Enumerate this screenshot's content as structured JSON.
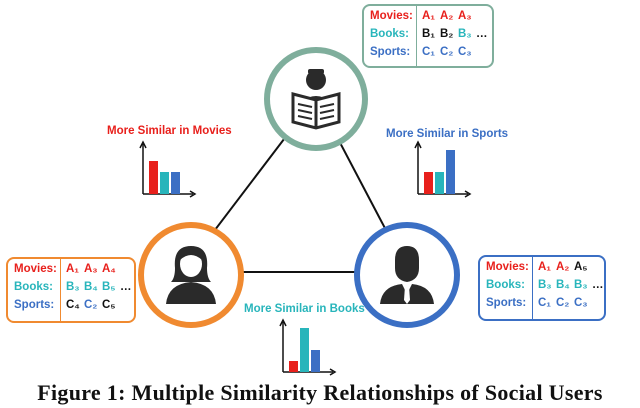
{
  "colors": {
    "red": "#e8201c",
    "teal": "#28b5bb",
    "blue": "#3b6fc4",
    "green_border": "#7fae9c",
    "orange": "#f08a30",
    "dark": "#2a2a2a"
  },
  "users": {
    "top": {
      "icon": "reader-icon",
      "table": {
        "rows": [
          {
            "label": "Movies:",
            "items": [
              "A₁",
              "A₂",
              "A₃"
            ],
            "highlight": [
              true,
              true,
              true
            ],
            "more": ""
          },
          {
            "label": "Books:",
            "items": [
              "B₁",
              "B₂",
              "B₃"
            ],
            "highlight": [
              false,
              false,
              true
            ],
            "more": "…"
          },
          {
            "label": "Sports:",
            "items": [
              "C₁",
              "C₂",
              "C₃"
            ],
            "highlight": [
              true,
              true,
              true
            ],
            "more": ""
          }
        ]
      }
    },
    "left": {
      "icon": "woman-icon",
      "table": {
        "rows": [
          {
            "label": "Movies:",
            "items": [
              "A₁",
              "A₃",
              "A₄"
            ],
            "highlight": [
              true,
              true,
              true
            ],
            "more": ""
          },
          {
            "label": "Books:",
            "items": [
              "B₃",
              "B₄",
              "B₅"
            ],
            "highlight": [
              true,
              true,
              true
            ],
            "more": "…"
          },
          {
            "label": "Sports:",
            "items": [
              "C₄",
              "C₂",
              "C₅"
            ],
            "highlight": [
              false,
              true,
              false
            ],
            "more": ""
          }
        ]
      }
    },
    "right": {
      "icon": "man-icon",
      "table": {
        "rows": [
          {
            "label": "Movies:",
            "items": [
              "A₁",
              "A₂",
              "A₅"
            ],
            "highlight": [
              true,
              true,
              false
            ],
            "more": ""
          },
          {
            "label": "Books:",
            "items": [
              "B₃",
              "B₄",
              "B₃"
            ],
            "highlight": [
              true,
              true,
              true
            ],
            "more": "…"
          },
          {
            "label": "Sports:",
            "items": [
              "C₁",
              "C₂",
              "C₃"
            ],
            "highlight": [
              true,
              true,
              true
            ],
            "more": ""
          }
        ]
      }
    }
  },
  "similarity": {
    "movies": {
      "label": "More Similar in Movies",
      "bars": [
        3,
        2,
        2
      ]
    },
    "sports": {
      "label": "More Similar in Sports",
      "bars": [
        2,
        2,
        4
      ]
    },
    "books": {
      "label": "More Similar in Books",
      "bars": [
        1,
        4,
        2
      ]
    }
  },
  "caption": "Figure 1: Multiple Similarity Relationships of Social Users"
}
